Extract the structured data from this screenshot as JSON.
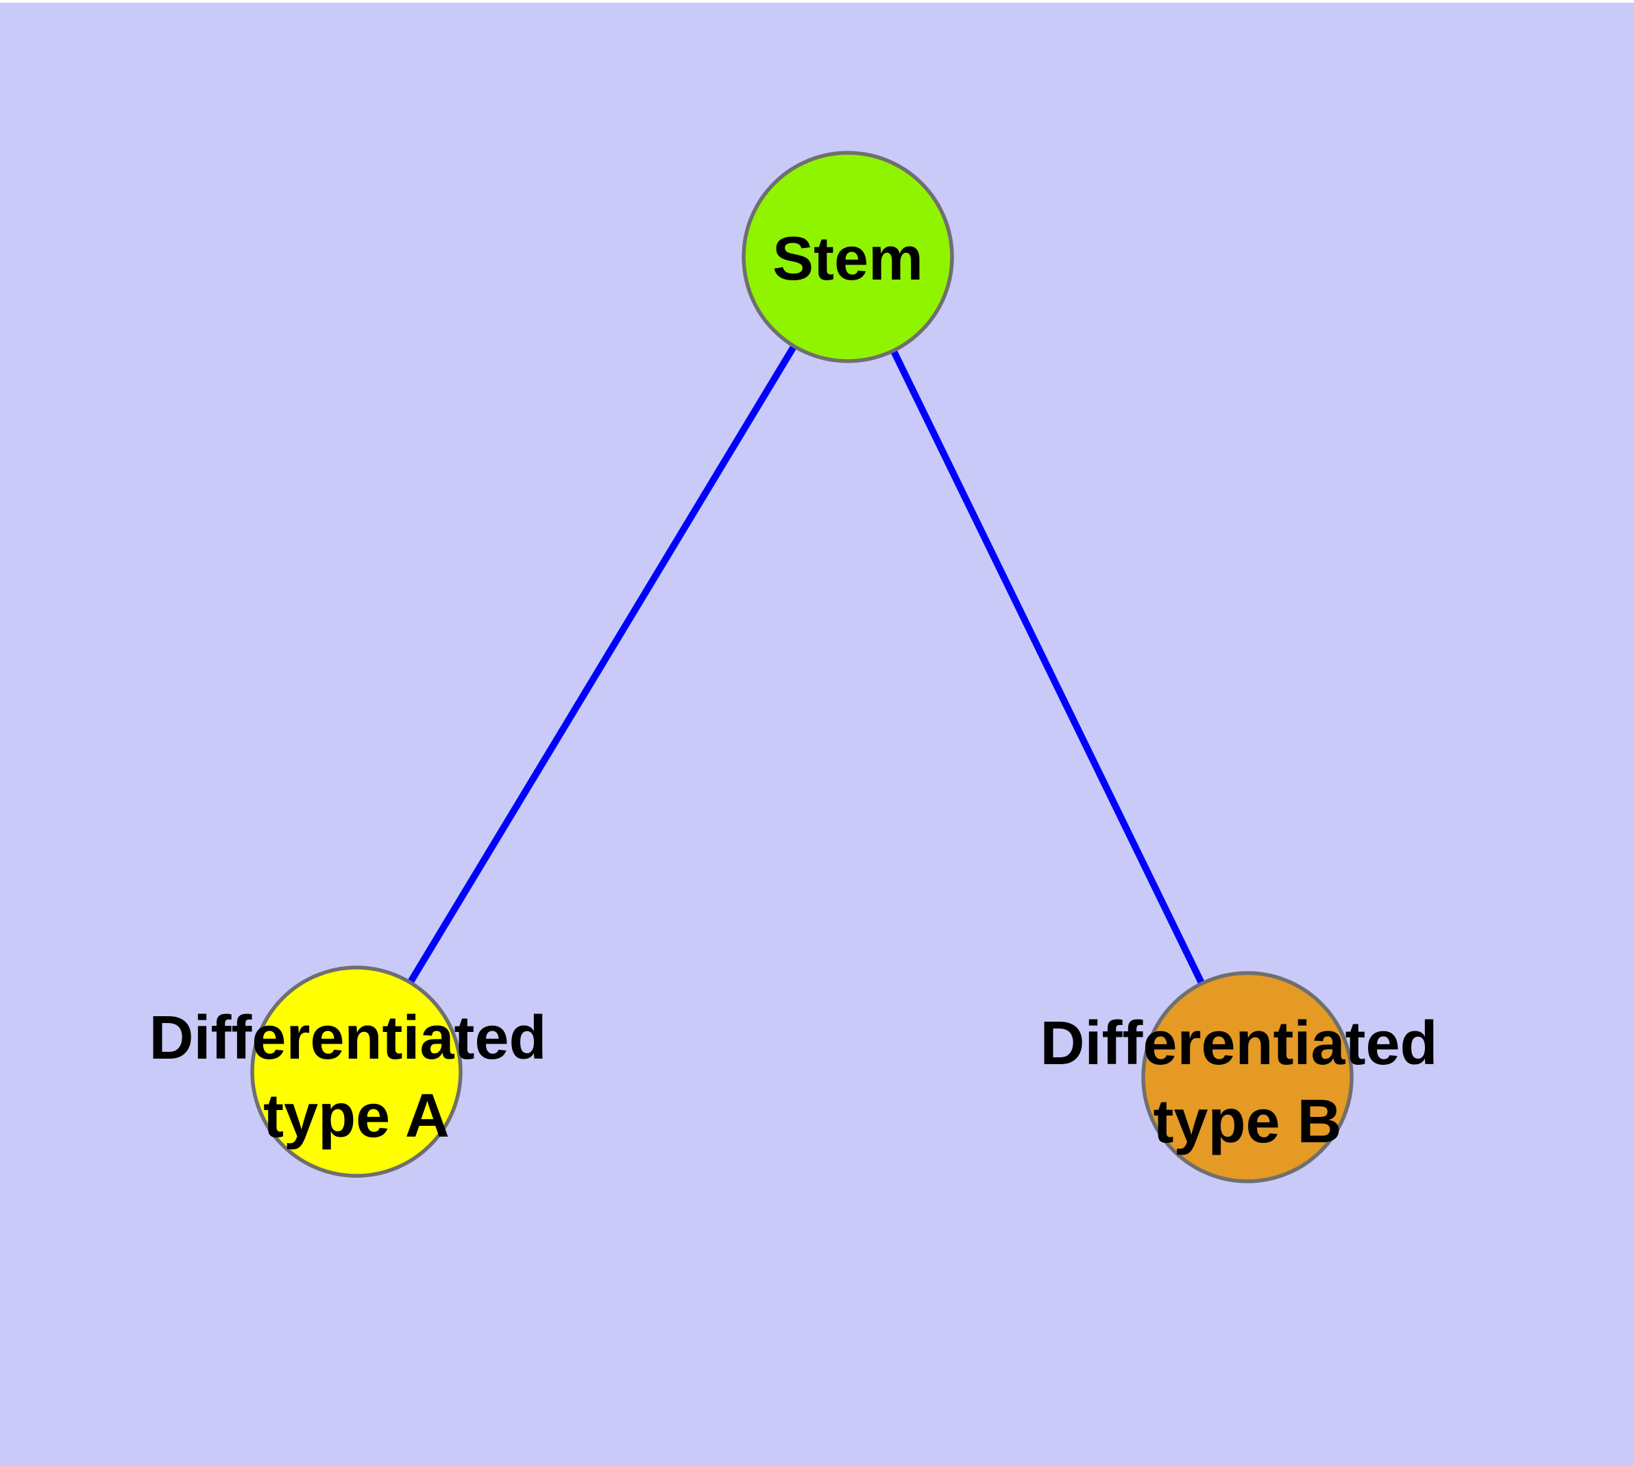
{
  "colors": {
    "background": "#CACAF8",
    "top_margin": "#FFFFFF",
    "edge": "#0000FF",
    "node_border": "#6F6F6F",
    "label": "#000000"
  },
  "nodes": {
    "stem": {
      "label": "Stem",
      "fill": "#90F400"
    },
    "type_a": {
      "label_line1": "Differentiated",
      "label_line2": "type A",
      "fill": "#FFFF00"
    },
    "type_b": {
      "label_line1": "Differentiated",
      "label_line2": "type B",
      "fill": "#E49A24"
    }
  },
  "edges": [
    {
      "from": "stem",
      "to": "type_a"
    },
    {
      "from": "stem",
      "to": "type_b"
    }
  ]
}
